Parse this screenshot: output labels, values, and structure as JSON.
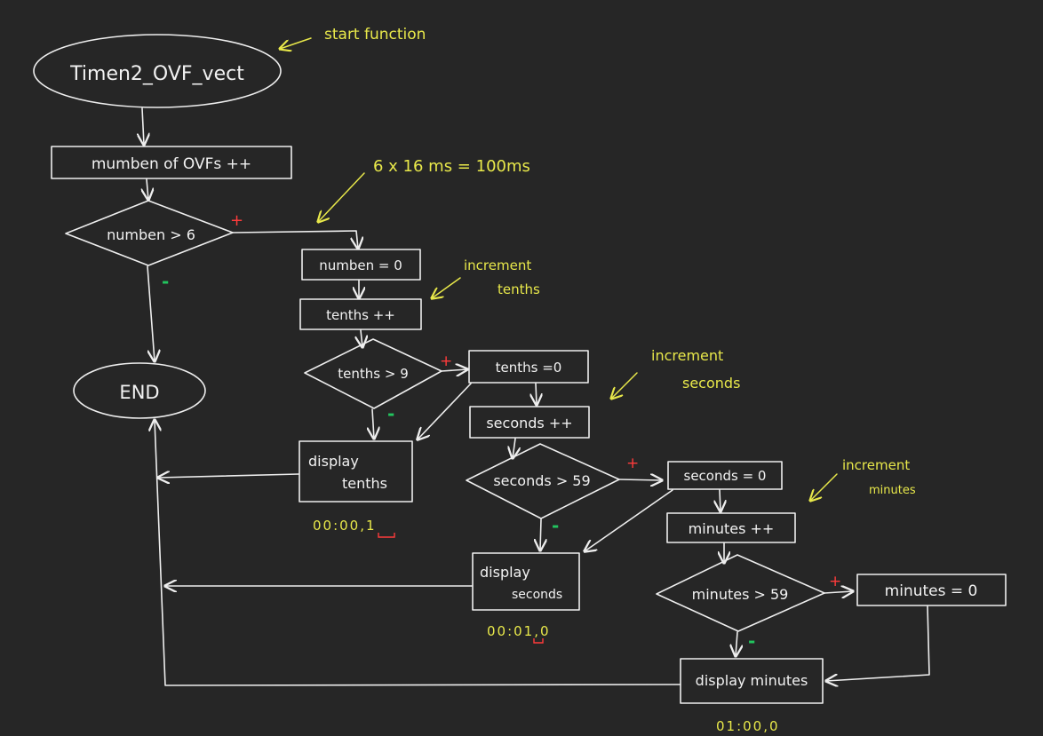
{
  "nodes": {
    "start": "Timen2_OVF_vect",
    "inc_ovf": "mumben  of OVFs ++",
    "check_ovf": "numben > 6",
    "reset_ovf": "numben = 0",
    "inc_tenths": "tenths ++",
    "check_tenths": "tenths > 9",
    "reset_tenths": "tenths  =0",
    "display_tenths_1": "display",
    "display_tenths_2": "tenths",
    "inc_seconds": "seconds ++",
    "check_seconds": "seconds > 59",
    "reset_seconds": "seconds = 0",
    "display_seconds_1": "display",
    "display_seconds_2": "seconds",
    "inc_minutes": "minutes ++",
    "check_minutes": "minutes > 59",
    "reset_minutes": "minutes = 0",
    "display_minutes": "display minutes",
    "end": "END"
  },
  "annotations": {
    "start_function": "start function",
    "timing": "6 x 16 ms = 100ms",
    "inc_tenths_1": "increment",
    "inc_tenths_2": "tenths",
    "inc_seconds_1": "increment",
    "inc_seconds_2": "seconds",
    "inc_minutes_1": "increment",
    "inc_minutes_2": "minutes"
  },
  "examples": {
    "tenths": "00:00,1",
    "seconds": "00:01,0",
    "minutes": "01:00,0"
  },
  "branch_marks": {
    "yes": "+",
    "no": "-"
  },
  "colors": {
    "background": "#262626",
    "lines": "#eeeeee",
    "annotation": "#e8e84a",
    "yes": "#ff3b3b",
    "no": "#22c55e"
  }
}
